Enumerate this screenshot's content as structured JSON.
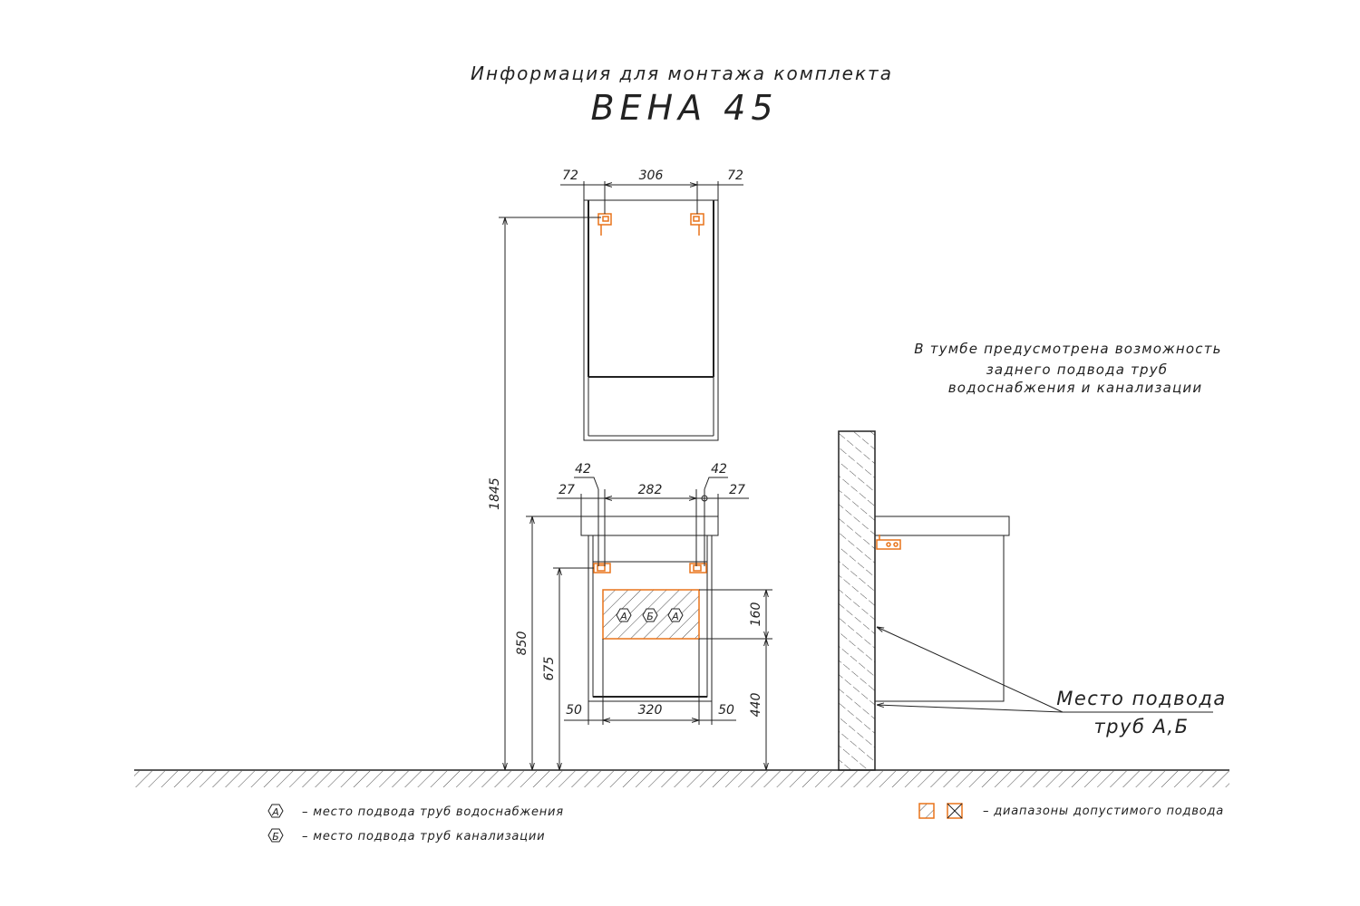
{
  "title": {
    "line1": "Информация для монтажа комплекта",
    "line2": "ВЕНА 45"
  },
  "note": {
    "line1": "В тумбе предусмотрена возможность",
    "line2": "заднего подвода труб",
    "line3": "водоснабжения и канализации"
  },
  "callout": {
    "line1": "Место подвода",
    "line2": "труб А,Б"
  },
  "dimensions": {
    "mirror_left": "72",
    "mirror_mid": "306",
    "mirror_right": "72",
    "total_height": "1845",
    "base_top_left": "42",
    "base_top_right": "42",
    "base_side_left": "27",
    "base_mid": "282",
    "base_side_right": "27",
    "height_850": "850",
    "height_675": "675",
    "zone_height": "160",
    "zone_base": "440",
    "bottom_left": "50",
    "bottom_mid": "320",
    "bottom_right": "50"
  },
  "markers": {
    "a": "А",
    "b": "Б"
  },
  "legend": {
    "water": "– место подвода труб водоснабжения",
    "sewer": "– место подвода труб канализации",
    "ranges": "– диапазоны допустимого подвода"
  },
  "colors": {
    "line": "#222222",
    "accent": "#e8731a"
  }
}
